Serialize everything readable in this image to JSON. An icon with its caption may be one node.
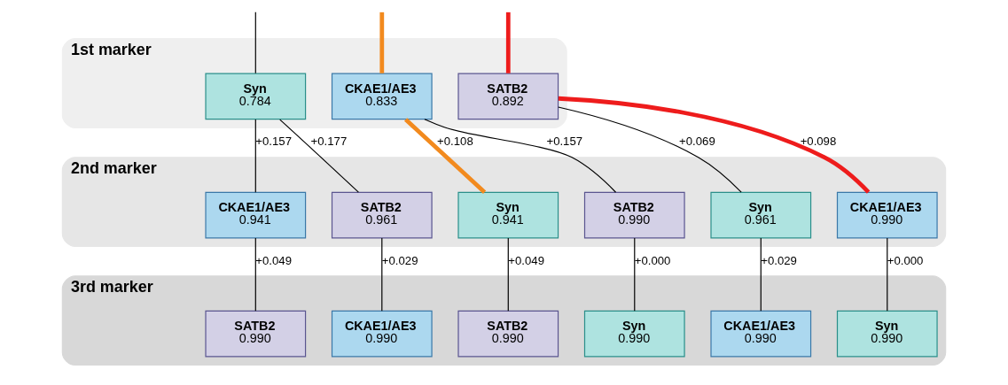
{
  "diagram": {
    "nodes": [
      {
        "text": [
          "1st marker"
        ]
      },
      {
        "text": [
          "Syn",
          "0.784"
        ],
        "in": 0
      },
      {
        "text": [
          "CKAE1/AE3",
          "0.833"
        ],
        "in": 0
      },
      {
        "text": [
          "SATB2",
          "0.892"
        ],
        "in": 0
      },
      {
        "text": [
          "2nd marker"
        ]
      },
      {
        "text": [
          "CKAE1/AE3",
          "0.941"
        ],
        "in": 4
      },
      {
        "text": [
          "SATB2",
          "0.961"
        ],
        "in": 4
      },
      {
        "text": [
          "Syn",
          "0.941"
        ],
        "in": 4
      },
      {
        "text": [
          "SATB2",
          "0.990"
        ],
        "in": 4
      },
      {
        "text": [
          "Syn",
          "0.961"
        ],
        "in": 4
      },
      {
        "text": [
          "CKAE1/AE3",
          "0.990"
        ],
        "in": 4
      },
      {
        "text": [
          "3rd marker"
        ]
      },
      {
        "text": [
          "SATB2",
          "0.990"
        ],
        "in": 11
      },
      {
        "text": [
          "CKAE1/AE3",
          "0.990"
        ],
        "in": 11
      },
      {
        "text": [
          "SATB2",
          "0.990"
        ],
        "in": 11
      },
      {
        "text": [
          "Syn",
          "0.990"
        ],
        "in": 11
      },
      {
        "text": [
          "CKAE1/AE3",
          "0.990"
        ],
        "in": 11
      },
      {
        "text": [
          "Syn",
          "0.990"
        ],
        "in": 11
      }
    ],
    "edges": [
      {
        "from": null,
        "to": 1,
        "arrow": "none"
      },
      {
        "from": null,
        "to": 2,
        "arrow": "none",
        "style": "thick",
        "color": "#f28a1e"
      },
      {
        "from": null,
        "to": 3,
        "arrow": "none",
        "style": "thick",
        "color": "#ee1c1c"
      },
      {
        "from": 1,
        "to": 5,
        "arrow": "none",
        "label": "+0.157"
      },
      {
        "from": 1,
        "to": 6,
        "arrow": "none",
        "label": "+0.177"
      },
      {
        "from": 2,
        "to": 7,
        "arrow": "none",
        "label": "+0.108",
        "style": "thick",
        "color": "#f28a1e"
      },
      {
        "from": 2,
        "to": 8,
        "arrow": "none",
        "label": "+0.157"
      },
      {
        "from": 3,
        "to": 9,
        "arrow": "none",
        "label": "+0.069"
      },
      {
        "from": 3,
        "to": 10,
        "arrow": "none",
        "label": "+0.098",
        "style": "thick",
        "color": "#ee1c1c"
      },
      {
        "from": 5,
        "to": 12,
        "arrow": "none",
        "label": "+0.049"
      },
      {
        "from": 6,
        "to": 13,
        "arrow": "none",
        "label": "+0.029"
      },
      {
        "from": 7,
        "to": 14,
        "arrow": "none",
        "label": "+0.049"
      },
      {
        "from": 8,
        "to": 15,
        "arrow": "none",
        "label": "+0.000"
      },
      {
        "from": 9,
        "to": 16,
        "arrow": "none",
        "label": "+0.029"
      },
      {
        "from": 10,
        "to": 17,
        "arrow": "none",
        "label": "+0.000"
      }
    ]
  }
}
